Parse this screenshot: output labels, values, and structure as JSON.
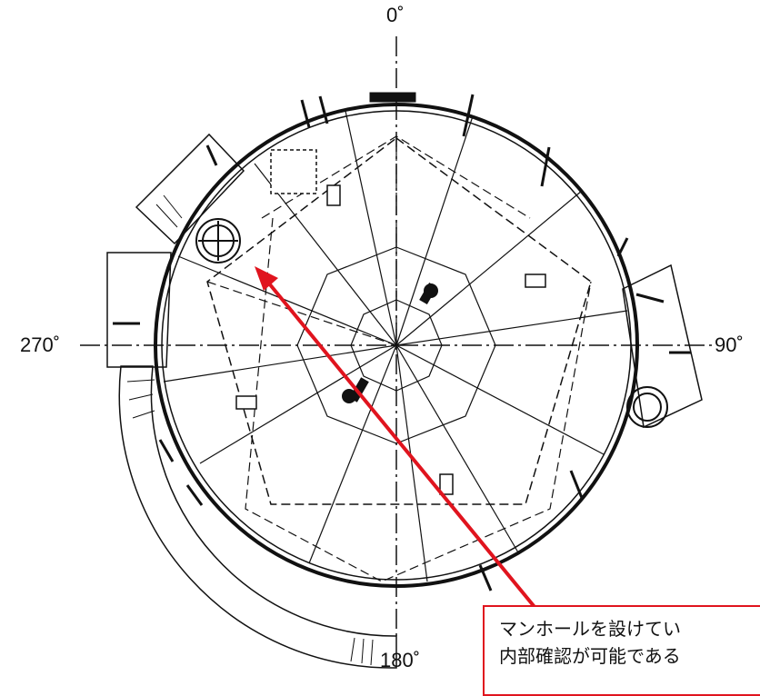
{
  "labels": {
    "deg_0": "0˚",
    "deg_90": "90˚",
    "deg_180": "180˚",
    "deg_270": "270˚"
  },
  "callout": {
    "line1": "マンホールを設けてい",
    "line2": "内部確認が可能である"
  },
  "colors": {
    "line": "#111111",
    "annotation": "#e0141e"
  }
}
